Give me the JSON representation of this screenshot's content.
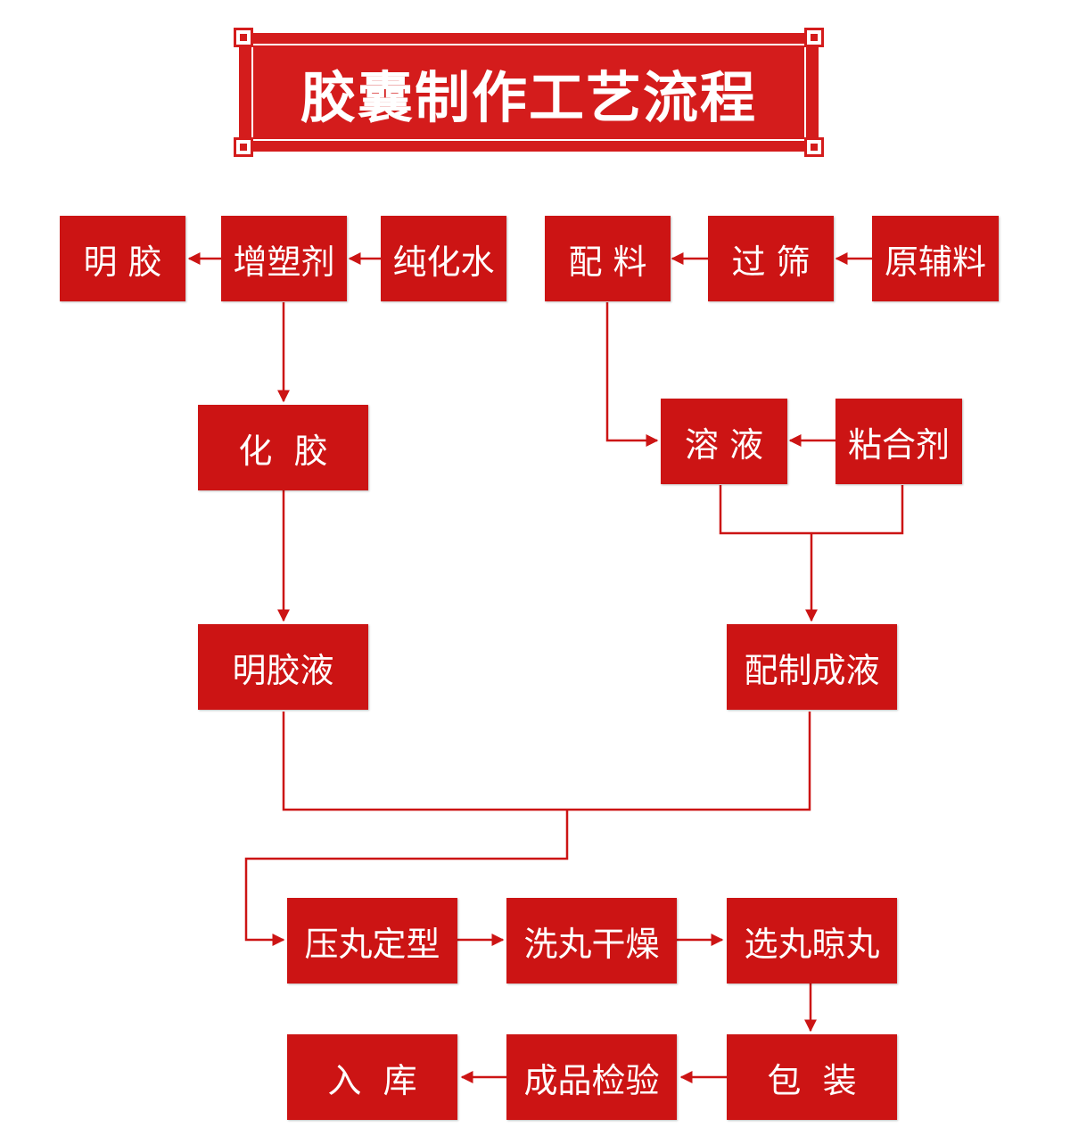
{
  "title": "胶囊制作工艺流程",
  "colors": {
    "node_fill": "#cc1414",
    "line": "#cc1414",
    "text": "#ffffff",
    "banner": "#d41c1c"
  },
  "nodes": {
    "mingjiao": "明 胶",
    "zengsuji": "增塑剂",
    "chunhuashui": "纯化水",
    "peiliao": "配 料",
    "guoshai": "过 筛",
    "yuanfuliao": "原辅料",
    "huajiao": "化  胶",
    "rongye": "溶 液",
    "nianheji": "粘合剂",
    "mingjiaoye": "明胶液",
    "peizhichengye": "配制成液",
    "yawandingxing": "压丸定型",
    "xiwanganzao": "洗丸干燥",
    "xuanwanliangwan": "选丸晾丸",
    "baozhuang": "包  装",
    "chengpinjianyan": "成品检验",
    "ruku": "入  库"
  }
}
